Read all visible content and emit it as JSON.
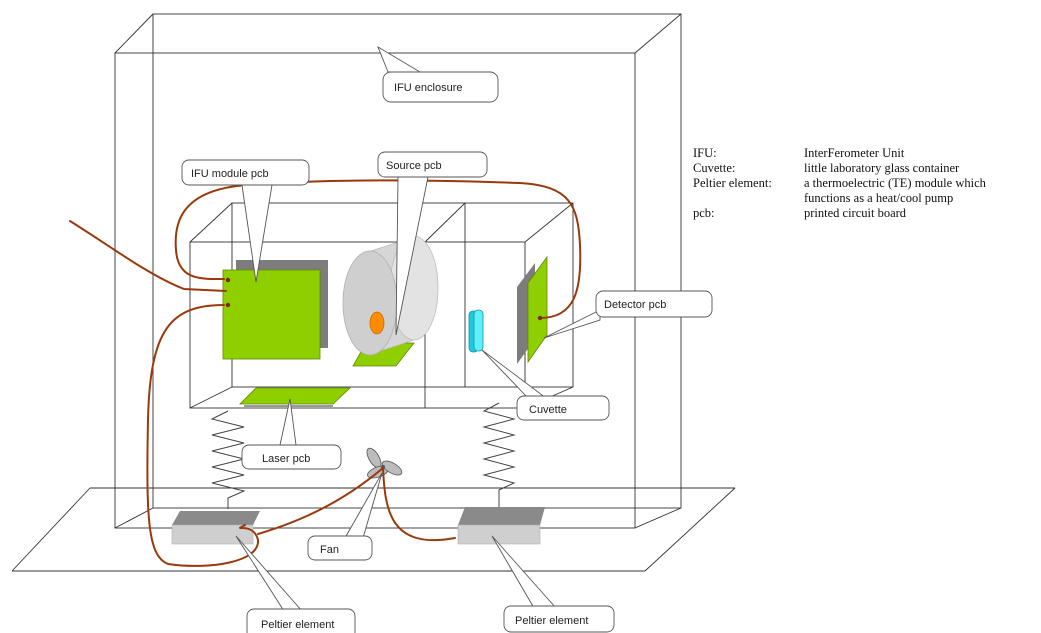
{
  "labels": {
    "ifu_enclosure": "IFU enclosure",
    "ifu_module_pcb": "IFU module pcb",
    "source_pcb": "Source pcb",
    "detector_pcb": "Detector pcb",
    "cuvette": "Cuvette",
    "laser_pcb": "Laser pcb",
    "fan": "Fan",
    "peltier_left": "Peltier element",
    "peltier_right": "Peltier element"
  },
  "glossary": [
    {
      "term": "IFU:",
      "lines": [
        "InterFerometer Unit"
      ]
    },
    {
      "term": "Cuvette:",
      "lines": [
        "little laboratory glass container"
      ]
    },
    {
      "term": "Peltier element:",
      "lines": [
        "a thermoelectric (TE) module which",
        "functions as a heat/cool pump"
      ]
    },
    {
      "term": "pcb:",
      "lines": [
        "printed circuit board"
      ]
    }
  ],
  "colors": {
    "pcb": "#8fcf00",
    "cable": "#9a3a0c",
    "source_led": "#ff8c00",
    "cuvette": "#33e5f5",
    "peltier": "#a9a9a9"
  }
}
